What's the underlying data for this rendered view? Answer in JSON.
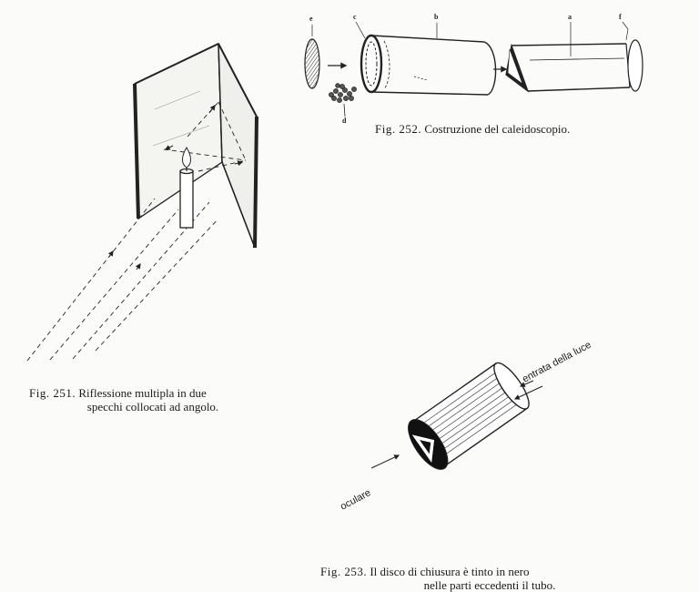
{
  "fig251": {
    "caption_num": "Fig. 251.",
    "caption_line1": "Riflessione multipla in due",
    "caption_line2": "specchi collocati ad angolo."
  },
  "fig252": {
    "caption_num": "Fig. 252.",
    "caption_text": "Costruzione del caleidoscopio.",
    "letters": {
      "e": "e",
      "c": "c",
      "b": "b",
      "a": "a",
      "f": "f",
      "d": "d"
    }
  },
  "fig253": {
    "caption_num": "Fig. 253.",
    "caption_line1": "Il disco di chiusura è tinto in nero",
    "caption_line2": "nelle parti eccedenti il tubo.",
    "label_light": "entrata della luce",
    "label_eye": "oculare"
  }
}
